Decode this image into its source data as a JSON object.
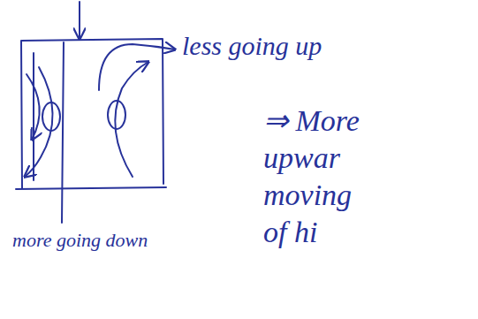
{
  "diagram": {
    "labels": [
      "less going up",
      "more going down",
      "⇒ More upwar moving of hi"
    ]
  }
}
